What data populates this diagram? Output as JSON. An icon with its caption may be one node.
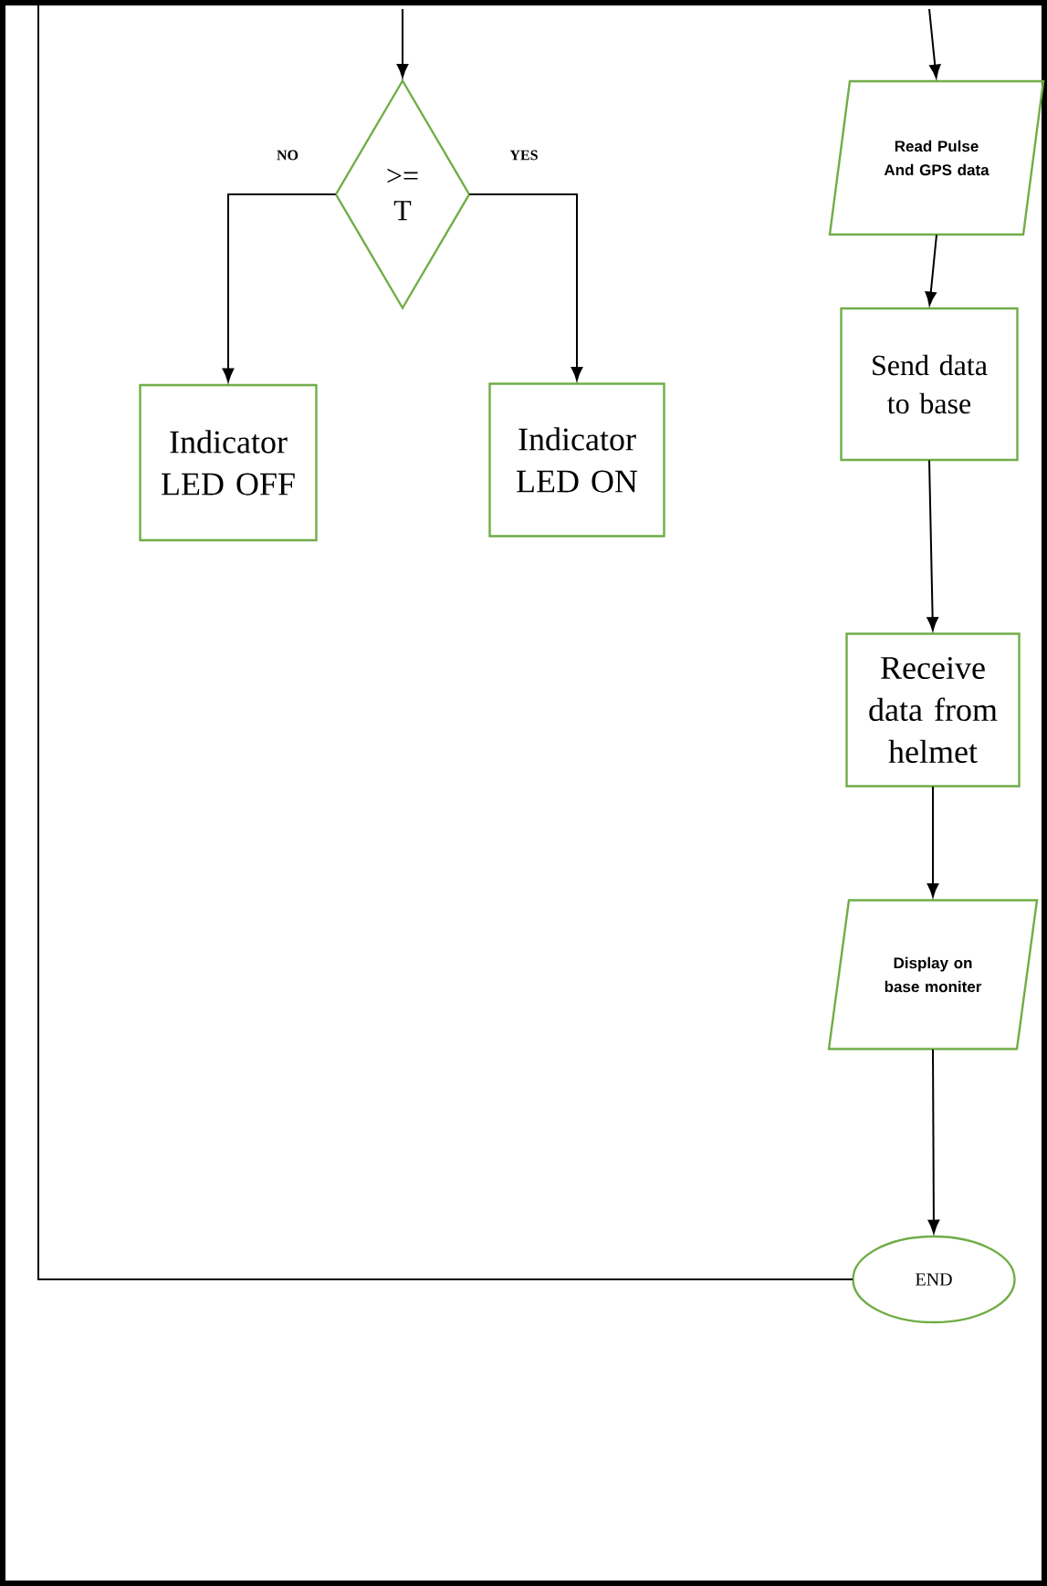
{
  "diagram": {
    "nodes": [
      {
        "text": [
          ">= T"
        ]
      },
      {
        "text": [
          "Indicator LED OFF"
        ]
      },
      {
        "text": [
          "Indicator LED ON"
        ]
      },
      {
        "text": [
          "Read Pulse And GPS data"
        ]
      },
      {
        "text": [
          "Send data to base"
        ]
      },
      {
        "text": [
          "Receive data from helmet"
        ]
      },
      {
        "text": [
          "Display on base moniter"
        ]
      },
      {
        "text": [
          "END"
        ]
      }
    ],
    "edges": [
      {
        "from": null,
        "to": 0,
        "arrow": "to"
      },
      {
        "from": 0,
        "to": 1,
        "arrow": "to",
        "label": "NO"
      },
      {
        "from": 0,
        "to": 2,
        "arrow": "to",
        "label": "YES"
      },
      {
        "from": null,
        "to": 3,
        "arrow": "to"
      },
      {
        "from": 3,
        "to": 4,
        "arrow": "to"
      },
      {
        "from": 4,
        "to": 5,
        "arrow": "to"
      },
      {
        "from": 5,
        "to": 6,
        "arrow": "to"
      },
      {
        "from": 6,
        "to": 7,
        "arrow": "to"
      },
      {
        "from": 7,
        "to": null,
        "arrow": "none"
      }
    ]
  }
}
